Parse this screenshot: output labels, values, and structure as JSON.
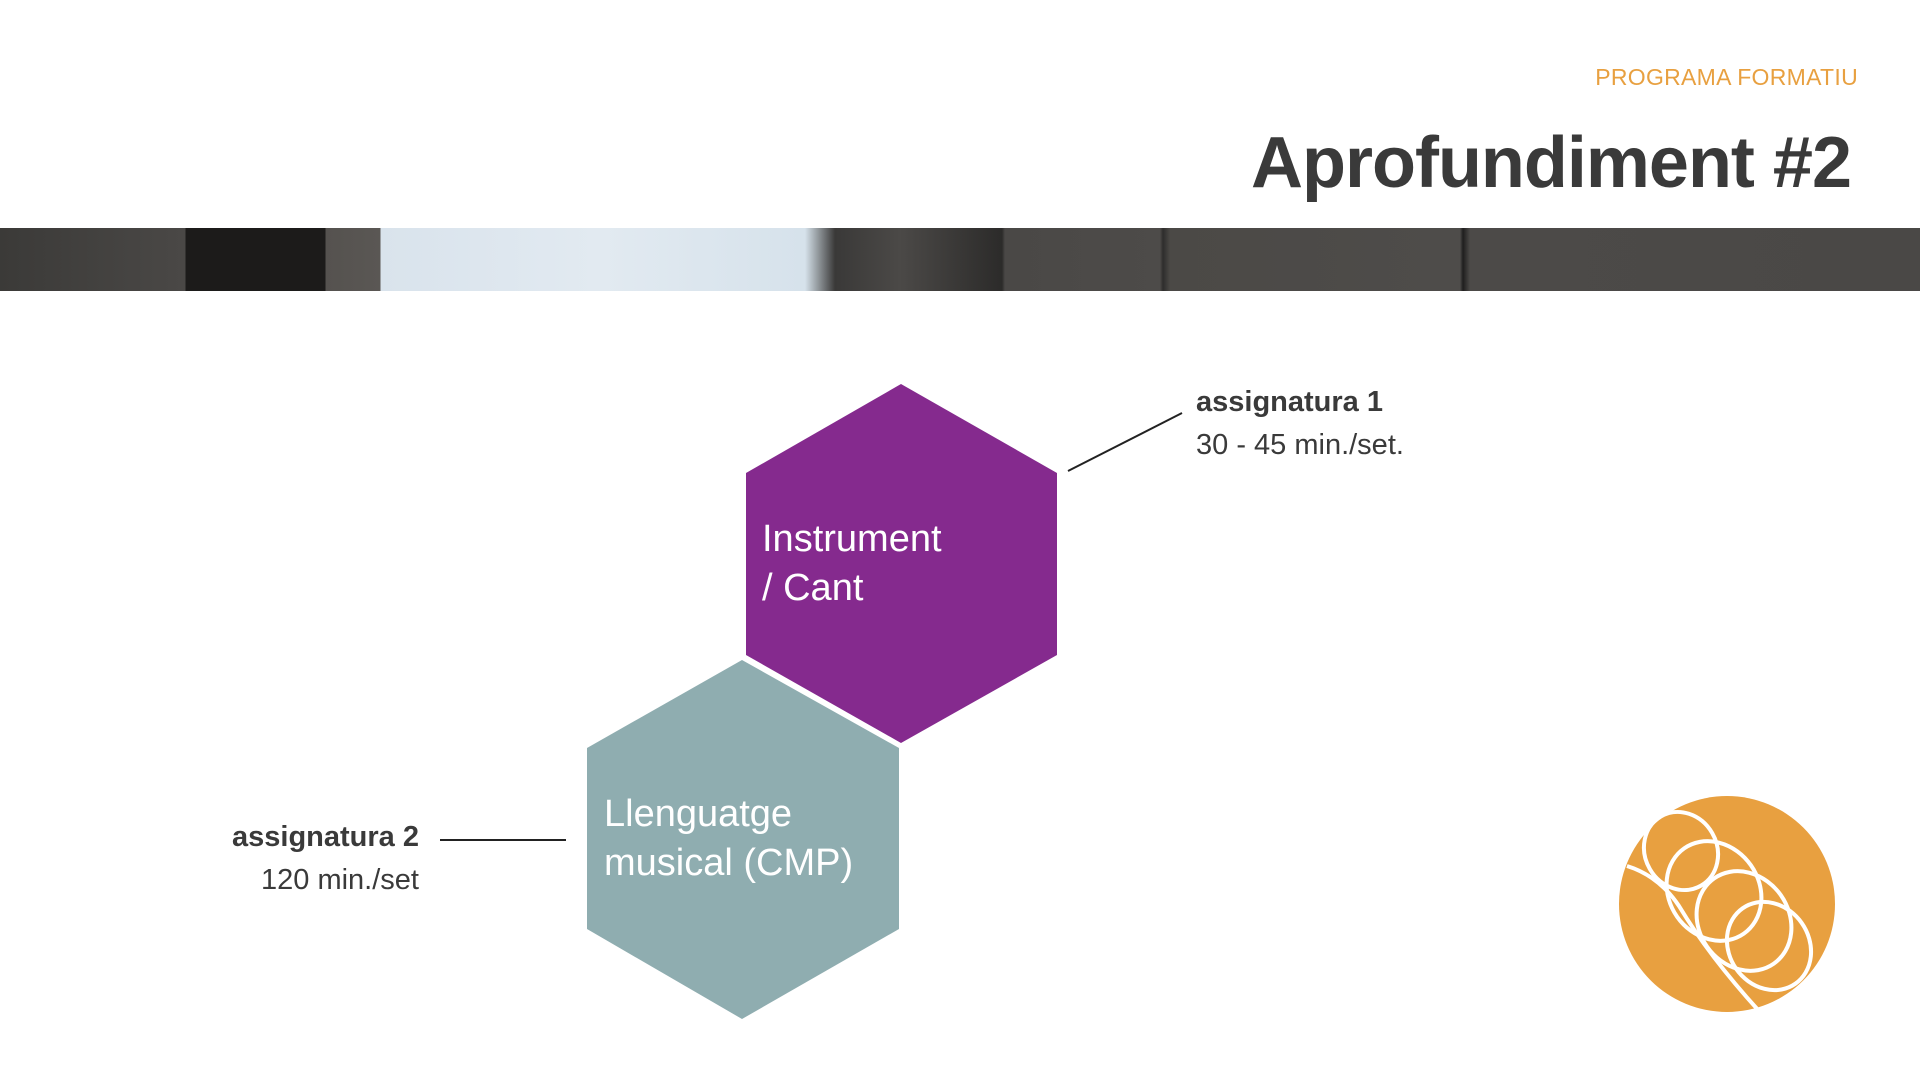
{
  "header": {
    "section": "PROGRAMA FORMATIU",
    "title": "Aprofundiment #2"
  },
  "hexagons": [
    {
      "line1": "Instrument",
      "line2": "/ Cant",
      "color": "#852a8e"
    },
    {
      "line1": "Llenguatge",
      "line2": "musical (CMP)",
      "color": "#8fadb0"
    }
  ],
  "labels": [
    {
      "name": "assignatura 1",
      "time": "30 - 45 min./set."
    },
    {
      "name": "assignatura 2",
      "time": "120 min./set"
    }
  ],
  "colors": {
    "accent": "#e8a040",
    "text": "#3a3a3a"
  }
}
